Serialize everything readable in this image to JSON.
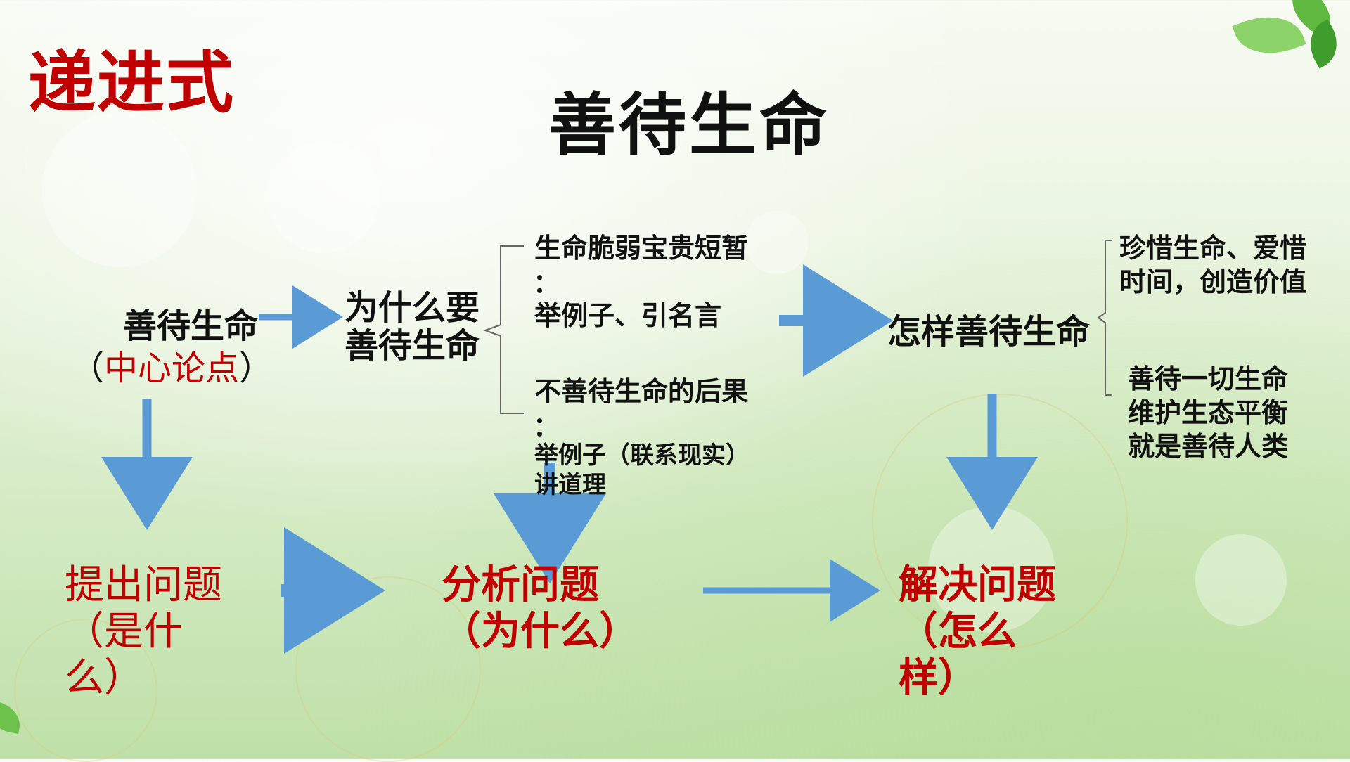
{
  "corner_label": "递进式",
  "title": "善待生命",
  "nodes": {
    "thesis": "善待生命",
    "thesis_note": "（中心论点）",
    "thesis_note_open": "（",
    "thesis_note_text": "中心论点",
    "thesis_note_close": "）",
    "why_line1": "为什么要",
    "why_line2": "善待生命",
    "reason1": "生命脆弱宝贵短暂",
    "reason1_colon": "：",
    "reason1_method": "举例子、引名言",
    "reason2": "不善待生命的后果",
    "reason2_colon": "：",
    "reason2_method1": "举例子（联系现实）",
    "reason2_method2": "讲道理",
    "how": "怎样善待生命",
    "how1_line1": "珍惜生命、爱惜",
    "how1_line2": "时间，创造价值",
    "how2_line1": "善待一切生命",
    "how2_line2": "维护生态平衡",
    "how2_line3": "就是善待人类"
  },
  "bottom": {
    "raise_line1": "提出问题",
    "raise_line2": "（是什",
    "raise_line3": "么）",
    "analyze_line1": "分析问题",
    "analyze_line2": "（为什么）",
    "solve_line1": "解决问题",
    "solve_line2": "（怎么",
    "solve_line3": "样）"
  },
  "colors": {
    "accent_red": "#c00000",
    "arrow_blue": "#5b9bd5",
    "text_black": "#111111"
  }
}
